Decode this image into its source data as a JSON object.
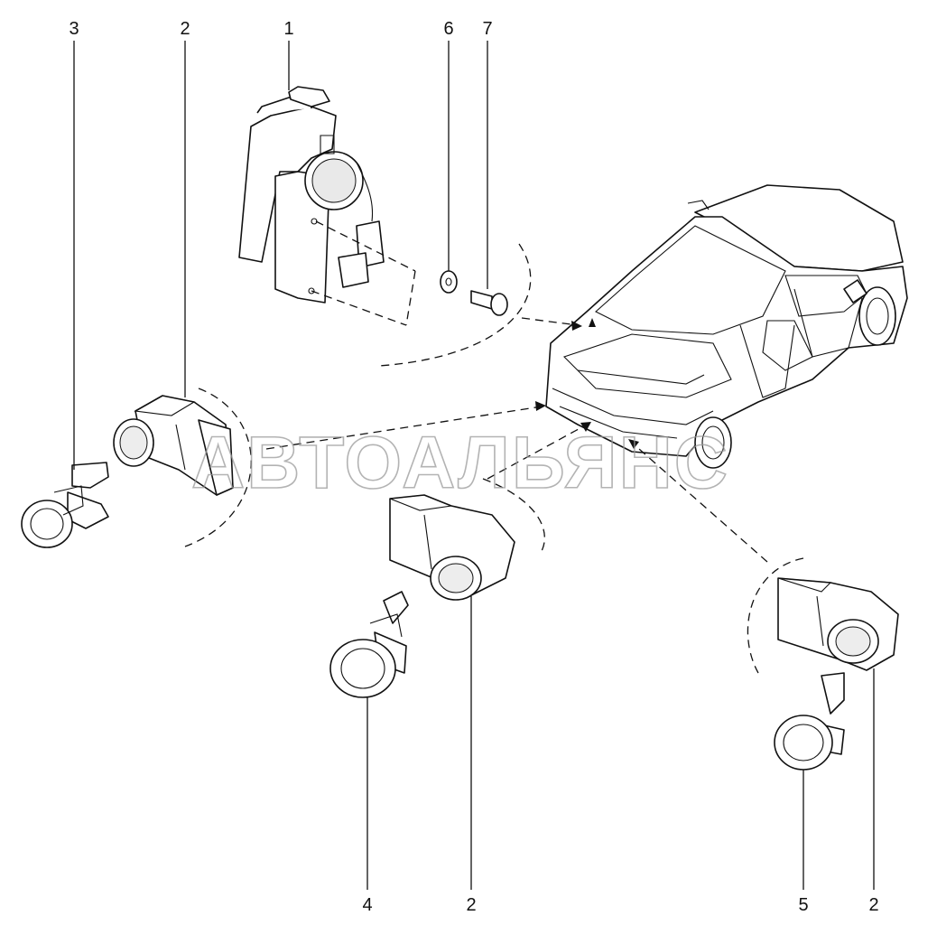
{
  "diagram": {
    "callouts": {
      "c1": "1",
      "c2a": "2",
      "c2b": "2",
      "c2c": "2",
      "c3": "3",
      "c4": "4",
      "c5": "5",
      "c6": "6",
      "c7": "7"
    },
    "watermark": "АВТОАЛЬЯНС"
  }
}
